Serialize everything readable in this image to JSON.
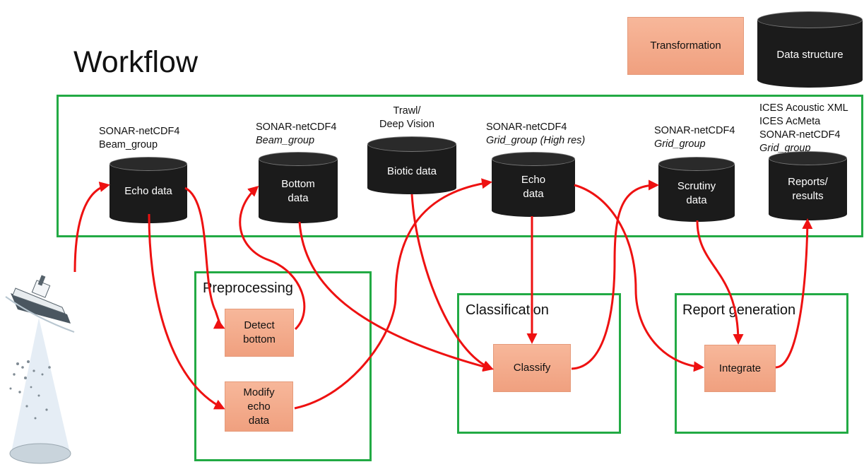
{
  "title": "Workflow",
  "legend": {
    "transformation": "Transformation",
    "data_structure": "Data structure"
  },
  "sections": {
    "preprocessing": "Preprocessing",
    "classification": "Classification",
    "report_generation": "Report generation"
  },
  "stores": {
    "echo1": {
      "caption1": "SONAR-netCDF4",
      "caption2": "Beam_group",
      "label": "Echo data"
    },
    "bottom": {
      "caption1": "SONAR-netCDF4",
      "caption2": "Beam_group",
      "label1": "Bottom",
      "label2": "data"
    },
    "biotic": {
      "caption1": "Trawl/",
      "caption2": "Deep Vision",
      "label": "Biotic data"
    },
    "echo2": {
      "caption1": "SONAR-netCDF4",
      "caption2": "Grid_group (High res)",
      "label1": "Echo",
      "label2": "data"
    },
    "scrutiny": {
      "caption1": "SONAR-netCDF4",
      "caption2": "Grid_group",
      "label1": "Scrutiny",
      "label2": "data"
    },
    "reports": {
      "caption1": "ICES Acoustic XML",
      "caption2": "ICES AcMeta",
      "caption3": "SONAR-netCDF4",
      "caption4": "Grid_group",
      "label1": "Reports/",
      "label2": "results"
    }
  },
  "transforms": {
    "detect_bottom": {
      "line1": "Detect",
      "line2": "bottom"
    },
    "modify_echo": {
      "line1": "Modify",
      "line2": "echo",
      "line3": "data"
    },
    "classify": "Classify",
    "integrate": "Integrate"
  },
  "colors": {
    "arrow": "#ee1111",
    "frame": "#22aa44",
    "transform_fill": "#f4ab8c",
    "store_fill": "#1b1b1b"
  }
}
